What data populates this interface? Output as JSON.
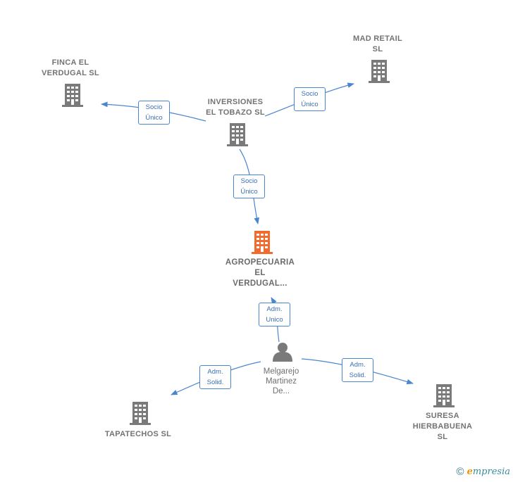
{
  "nodes": {
    "finca": {
      "label": "FINCA EL\nVERDUGAL  SL"
    },
    "inversiones": {
      "label": "INVERSIONES\nEL TOBAZO SL"
    },
    "mad_retail": {
      "label": "MAD RETAIL\nSL"
    },
    "agropecuaria": {
      "label": "AGROPECUARIA\nEL\nVERDUGAL..."
    },
    "melgarejo": {
      "label": "Melgarejo\nMartinez\nDe..."
    },
    "tapatechos": {
      "label": "TAPATECHOS SL"
    },
    "suresa": {
      "label": "SURESA\nHIERBABUENA\nSL"
    }
  },
  "edges": {
    "inv_finca": {
      "label": "Socio\nÚnico"
    },
    "inv_mad": {
      "label": "Socio\nÚnico"
    },
    "inv_agro": {
      "label": "Socio\nÚnico"
    },
    "mel_agro": {
      "label": "Adm.\nUnico"
    },
    "mel_tapa": {
      "label": "Adm.\nSolid."
    },
    "mel_suresa": {
      "label": "Adm.\nSolid."
    }
  },
  "colors": {
    "edge": "#4a86cf",
    "building": "#7a7a7a",
    "building_main": "#f26a2e",
    "person": "#7a7a7a"
  },
  "footer": {
    "copyright": "©",
    "brand_first": "e",
    "brand_rest": "mpresia"
  }
}
